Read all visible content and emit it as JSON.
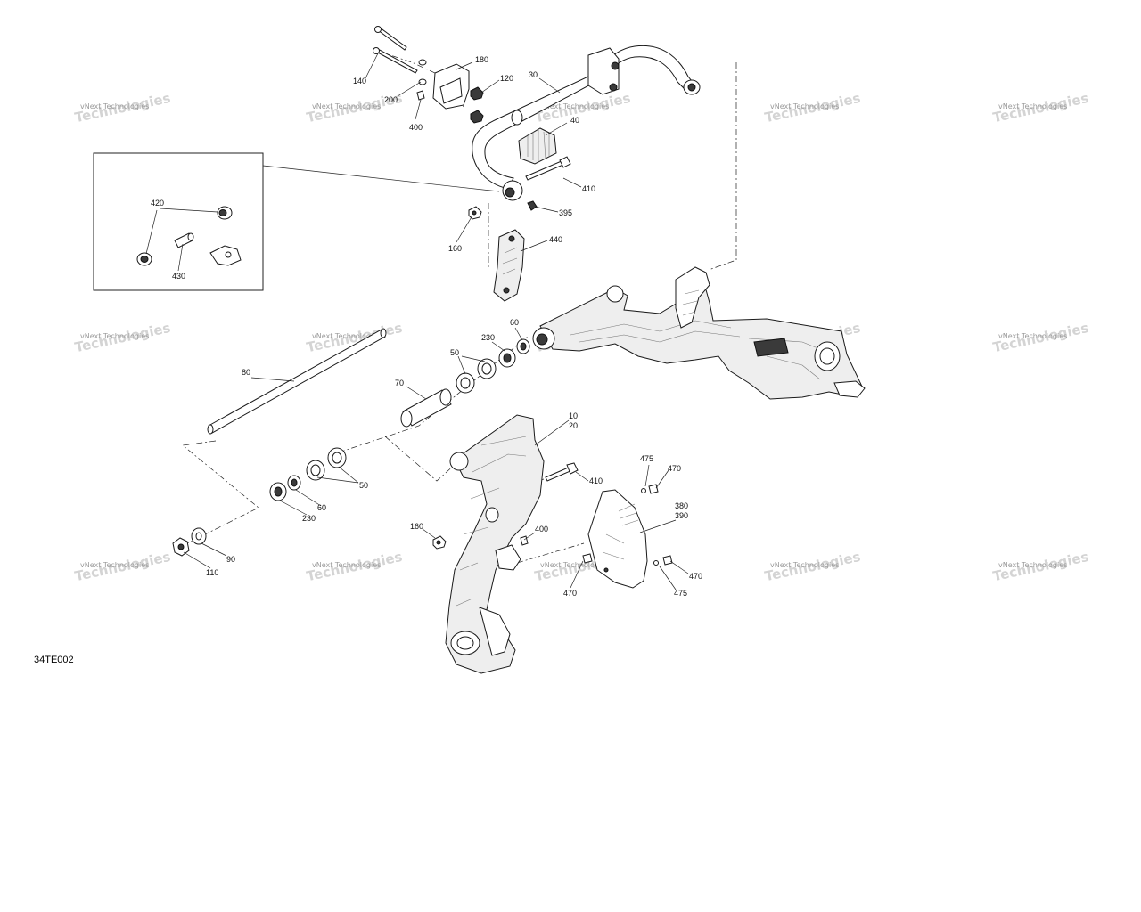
{
  "reference_code": "34TE002",
  "watermark": {
    "line1": "vNext Technologies",
    "line2": "Technologies"
  },
  "callouts": [
    {
      "id": "180",
      "label": "180"
    },
    {
      "id": "140",
      "label": "140"
    },
    {
      "id": "120",
      "label": "120"
    },
    {
      "id": "30",
      "label": "30"
    },
    {
      "id": "200",
      "label": "200"
    },
    {
      "id": "400a",
      "label": "400"
    },
    {
      "id": "40",
      "label": "40"
    },
    {
      "id": "410a",
      "label": "410"
    },
    {
      "id": "395",
      "label": "395"
    },
    {
      "id": "420",
      "label": "420"
    },
    {
      "id": "430",
      "label": "430"
    },
    {
      "id": "160a",
      "label": "160"
    },
    {
      "id": "440",
      "label": "440"
    },
    {
      "id": "60a",
      "label": "60"
    },
    {
      "id": "230a",
      "label": "230"
    },
    {
      "id": "50a",
      "label": "50"
    },
    {
      "id": "80",
      "label": "80"
    },
    {
      "id": "70",
      "label": "70"
    },
    {
      "id": "10",
      "label": "10"
    },
    {
      "id": "20",
      "label": "20"
    },
    {
      "id": "475a",
      "label": "475"
    },
    {
      "id": "470a",
      "label": "470"
    },
    {
      "id": "410b",
      "label": "410"
    },
    {
      "id": "50b",
      "label": "50"
    },
    {
      "id": "380",
      "label": "380"
    },
    {
      "id": "390",
      "label": "390"
    },
    {
      "id": "60b",
      "label": "60"
    },
    {
      "id": "230b",
      "label": "230"
    },
    {
      "id": "160b",
      "label": "160"
    },
    {
      "id": "400b",
      "label": "400"
    },
    {
      "id": "90",
      "label": "90"
    },
    {
      "id": "110",
      "label": "110"
    },
    {
      "id": "470b",
      "label": "470"
    },
    {
      "id": "470c",
      "label": "470"
    },
    {
      "id": "475b",
      "label": "475"
    }
  ]
}
